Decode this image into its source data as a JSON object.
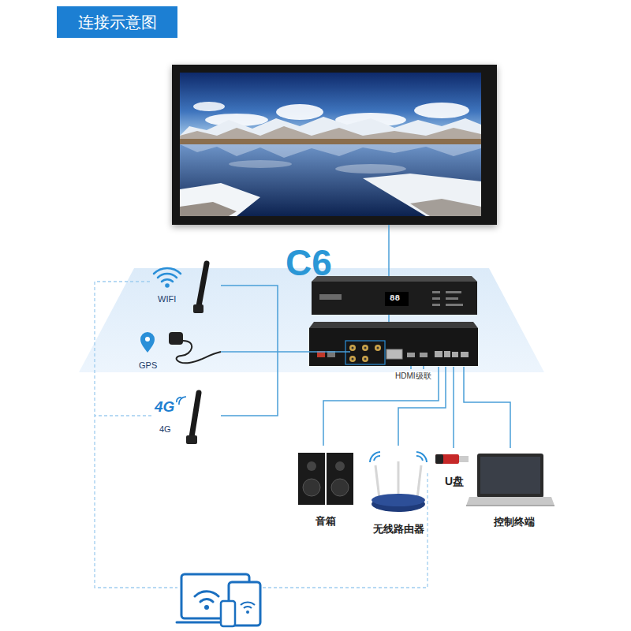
{
  "diagram": {
    "title": "连接示意图",
    "nodes": [
      {
        "text": [
          "C6"
        ]
      },
      {
        "text": [
          "WIFI"
        ]
      },
      {
        "text": [
          "GPS"
        ]
      },
      {
        "text": [
          "4G"
        ]
      },
      {
        "text": [
          "音箱"
        ]
      },
      {
        "text": [
          "无线路由器"
        ]
      },
      {
        "text": [
          "U盘"
        ]
      },
      {
        "text": [
          "控制终端"
        ]
      }
    ],
    "edges": [
      {
        "from": 1,
        "to": 3,
        "arrow": "none"
      },
      {
        "from": 2,
        "to": 0,
        "arrow": "none"
      },
      {
        "from": 0,
        "to": 4,
        "arrow": "none"
      },
      {
        "from": 0,
        "to": 5,
        "arrow": "none"
      },
      {
        "from": 0,
        "to": 6,
        "arrow": "none"
      },
      {
        "from": 0,
        "to": 7,
        "arrow": "none"
      }
    ],
    "labels": [
      "88",
      "HDMI级联",
      "4G"
    ]
  }
}
